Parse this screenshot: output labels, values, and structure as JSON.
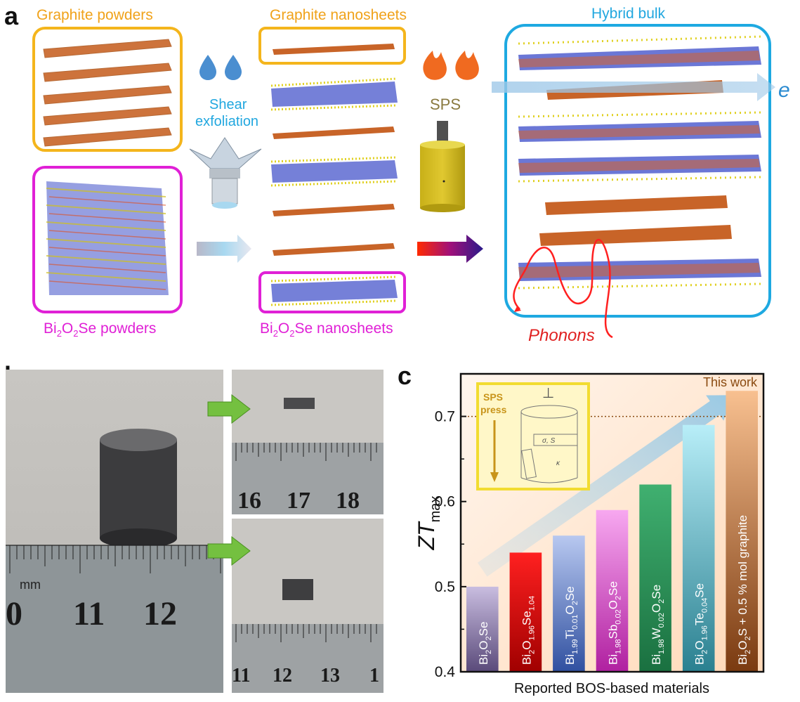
{
  "panel_a": {
    "letter": "a",
    "graphite_powders": "Graphite powders",
    "graphite_nanosheets": "Graphite nanosheets",
    "hybrid_bulk": "Hybrid bulk",
    "shear_exfoliation_1": "Shear",
    "shear_exfoliation_2": "exfoliation",
    "sps": "SPS",
    "electron_symbol": "e",
    "phonons": "Phonons",
    "bos_powders": [
      "Bi",
      "2",
      "O",
      "2",
      "Se powders"
    ],
    "bos_nanosheets": [
      "Bi",
      "2",
      "O",
      "2",
      "Se nanosheets"
    ]
  },
  "panel_b": {
    "letter": "b",
    "ruler_main": [
      "0",
      "11",
      "12"
    ],
    "ruler_top_right": [
      "16",
      "17",
      "18"
    ],
    "ruler_bottom_right": [
      "11",
      "12",
      "13",
      "1"
    ],
    "ruler_unit": "mm"
  },
  "panel_c": {
    "letter": "c",
    "this_work": "This work",
    "inset_sps_1": "SPS",
    "inset_sps_2": "press",
    "inset_perp": "⊥",
    "inset_sigma_s": "σ, S",
    "inset_kappa": "κ",
    "ylabel_main": "ZT",
    "ylabel_sub": "max",
    "xlabel": "Reported BOS-based materials",
    "reference_line": 0.7
  },
  "chart_data": {
    "type": "bar",
    "ylim": [
      0.4,
      0.75
    ],
    "yticks": [
      "0.4",
      "0.5",
      "0.6",
      "0.7"
    ],
    "ylabel": "ZTmax",
    "xlabel": "Reported BOS-based materials",
    "categories": [
      "Bi2O2Se",
      "Bi2O1.96Se1.04",
      "Bi1.99Ti0.01O2Se",
      "Bi1.98Sb0.02O2Se",
      "Bi1.98W0.02O2Se",
      "Bi2O1.96Te0.04Se",
      "Bi2O2S + 0.5 % mol graphite"
    ],
    "values": [
      0.5,
      0.54,
      0.56,
      0.59,
      0.62,
      0.69,
      0.73
    ],
    "bar_colors": [
      [
        "#c9bde0",
        "#5a4a7a"
      ],
      [
        "#ff2020",
        "#a00000"
      ],
      [
        "#b8c8f0",
        "#3050a0"
      ],
      [
        "#f7a8f0",
        "#b020a0"
      ],
      [
        "#40b070",
        "#1a7040"
      ],
      [
        "#b8eef8",
        "#2a8090"
      ],
      [
        "#f8c090",
        "#7a3a10"
      ]
    ],
    "bar_labels": [
      [
        [
          "Bi",
          ""
        ],
        [
          "2",
          "sub"
        ],
        [
          "O",
          ""
        ],
        [
          "2",
          "sub"
        ],
        [
          "Se",
          ""
        ]
      ],
      [
        [
          "Bi",
          ""
        ],
        [
          "2",
          "sub"
        ],
        [
          "O",
          ""
        ],
        [
          "1.96",
          "sub"
        ],
        [
          "Se",
          ""
        ],
        [
          "1.04",
          "sub"
        ]
      ],
      [
        [
          "Bi",
          ""
        ],
        [
          "1.99",
          "sub"
        ],
        [
          "Ti",
          ""
        ],
        [
          "0.01",
          "sub"
        ],
        [
          "O",
          ""
        ],
        [
          "2",
          "sub"
        ],
        [
          "Se",
          ""
        ]
      ],
      [
        [
          "Bi",
          ""
        ],
        [
          "1.98",
          "sub"
        ],
        [
          "Sb",
          ""
        ],
        [
          "0.02",
          "sub"
        ],
        [
          "O",
          ""
        ],
        [
          "2",
          "sub"
        ],
        [
          "Se",
          ""
        ]
      ],
      [
        [
          "Bi",
          ""
        ],
        [
          "1.98",
          "sub"
        ],
        [
          "W",
          ""
        ],
        [
          "0.02",
          "sub"
        ],
        [
          "O",
          ""
        ],
        [
          "2",
          "sub"
        ],
        [
          "Se",
          ""
        ]
      ],
      [
        [
          "Bi",
          ""
        ],
        [
          "2",
          "sub"
        ],
        [
          "O",
          ""
        ],
        [
          "1.96",
          "sub"
        ],
        [
          "Te",
          ""
        ],
        [
          "0.04",
          "sub"
        ],
        [
          "Se",
          ""
        ]
      ],
      [
        [
          "Bi",
          ""
        ],
        [
          "2",
          "sub"
        ],
        [
          "O",
          ""
        ],
        [
          "2",
          "sub"
        ],
        [
          "S + 0.5 % mol graphite",
          ""
        ]
      ]
    ]
  }
}
